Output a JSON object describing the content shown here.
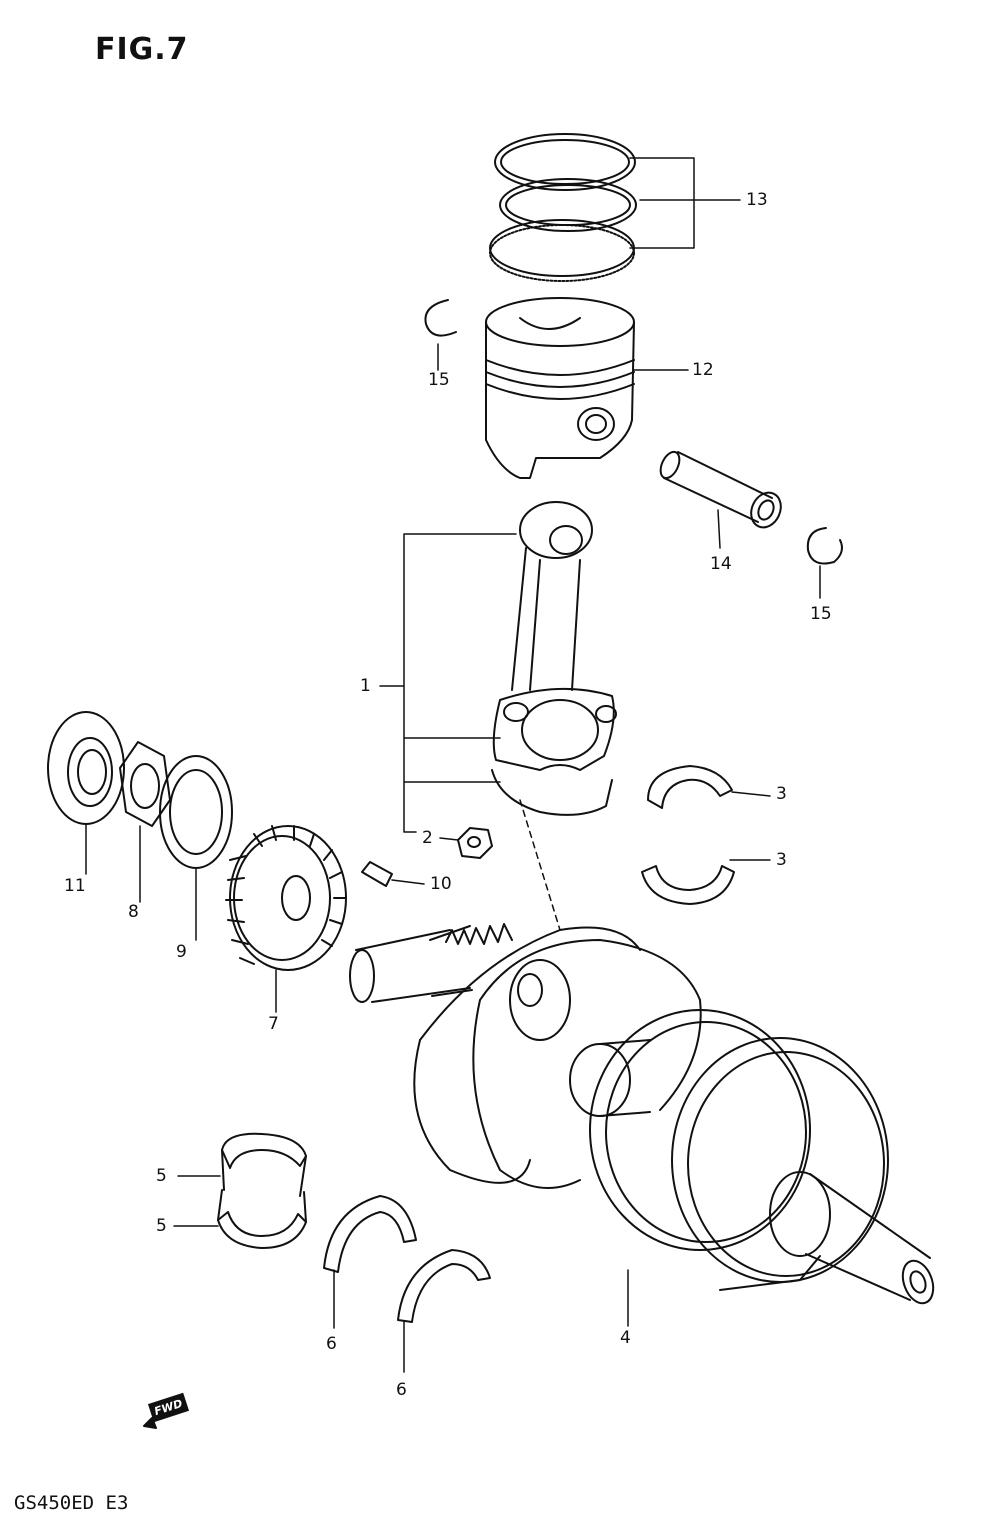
{
  "figure": {
    "title": "FIG.7",
    "model": "GS450ED  E3",
    "fwd_label": "FWD"
  },
  "callouts": [
    {
      "id": "c1",
      "text": "1"
    },
    {
      "id": "c2",
      "text": "2"
    },
    {
      "id": "c3a",
      "text": "3"
    },
    {
      "id": "c3b",
      "text": "3"
    },
    {
      "id": "c4",
      "text": "4"
    },
    {
      "id": "c5a",
      "text": "5"
    },
    {
      "id": "c5b",
      "text": "5"
    },
    {
      "id": "c6a",
      "text": "6"
    },
    {
      "id": "c6b",
      "text": "6"
    },
    {
      "id": "c7",
      "text": "7"
    },
    {
      "id": "c8",
      "text": "8"
    },
    {
      "id": "c9",
      "text": "9"
    },
    {
      "id": "c10",
      "text": "10"
    },
    {
      "id": "c11",
      "text": "11"
    },
    {
      "id": "c12",
      "text": "12"
    },
    {
      "id": "c13",
      "text": "13"
    },
    {
      "id": "c14",
      "text": "14"
    },
    {
      "id": "c15a",
      "text": "15"
    },
    {
      "id": "c15b",
      "text": "15"
    }
  ]
}
